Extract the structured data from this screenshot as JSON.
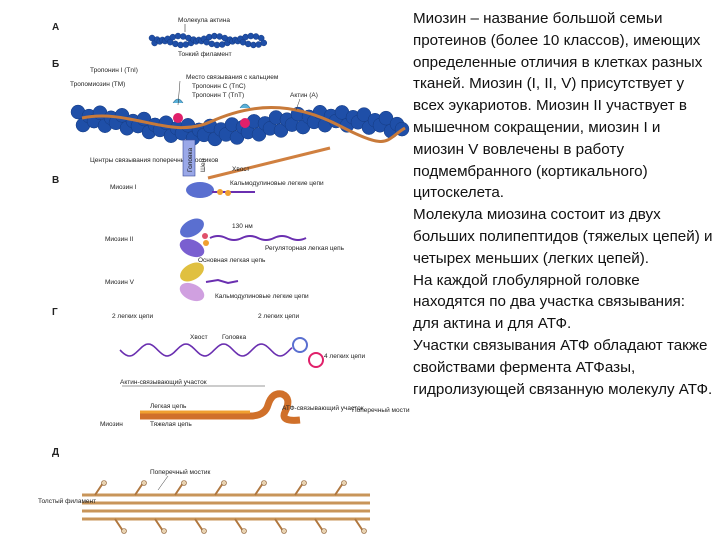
{
  "figure": {
    "sections": [
      "А",
      "Б",
      "В",
      "Г",
      "Д"
    ],
    "labels": {
      "molecule_actin": "Молекула актина",
      "thin_filament": "Тонкий филамент",
      "troponin_i": "Тропонин I (TnI)",
      "tropomyosin": "Тропомиозин (TM)",
      "calcium_site": "Место связывания с кальцием",
      "troponin_c": "Тропонин C (TnC)",
      "troponin_t": "Тропонин T (TnT)",
      "actin_a": "Актин (A)",
      "crossbridge_centers": "Центры связывания поперечных мостиков",
      "head": "Головка",
      "neck": "Шея",
      "tail": "Хвост",
      "myosin_i": "Миозин I",
      "calmodulin_light": "Кальмодулиновые легкие цепи",
      "nm130": "130 нм",
      "myosin_ii": "Миозин II",
      "essential_light": "Основная легкая цепь",
      "regulatory_light": "Регуляторная легкая цепь",
      "myosin_v": "Миозин V",
      "calmodulin_light2": "Кальмодулиновые легкие цепи",
      "two_light_1": "2 легких цепи",
      "two_light_2": "2 легких цепи",
      "tail2": "Хвост",
      "head2": "Головка",
      "four_light": "4 легких цепи",
      "actin_binding": "Актин-связывающий участок",
      "light_chain": "Легкая цепь",
      "atp_binding": "АТФ-связывающий участок",
      "cross_bridge": "Поперечный мостик",
      "myosin": "Миозин",
      "heavy_chain": "Тяжелая цепь",
      "cross_bridge2": "Поперечный мостик",
      "thick_filament": "Толстый филамент"
    }
  },
  "text": {
    "paragraphs": [
      "Миозин – название большой семьи протеинов (более 10 классов), имеющих определенные отличия в клетках разных тканей. Миозин (I, II, V) присутствует у всех эукариотов. Миозин II участвует в мышечном сокращении, миозин I и миозин V вовлечены в работу подмембранного (кортикального) цитоскелета.",
      "Молекула миозина состоит из двух больших полипептидов (тяжелых цепей) и четырех меньших (легких цепей).",
      "На каждой глобулярной головке находятся по два участка связывания: для актина и для АТФ.",
      "Участки связывания АТФ обладают также свойствами фермента АТФазы, гидролизующей связанную молекулу АТФ."
    ]
  },
  "colors": {
    "actin": "#1f4fa8",
    "actin_dark": "#143a80",
    "tropomyosin": "#c87a3a",
    "troponin": "#e0206a",
    "myosin_head": "#5a6fd0",
    "light_chain": "#f0a030",
    "helix": "#6a2fb0",
    "rules": "#555555"
  }
}
